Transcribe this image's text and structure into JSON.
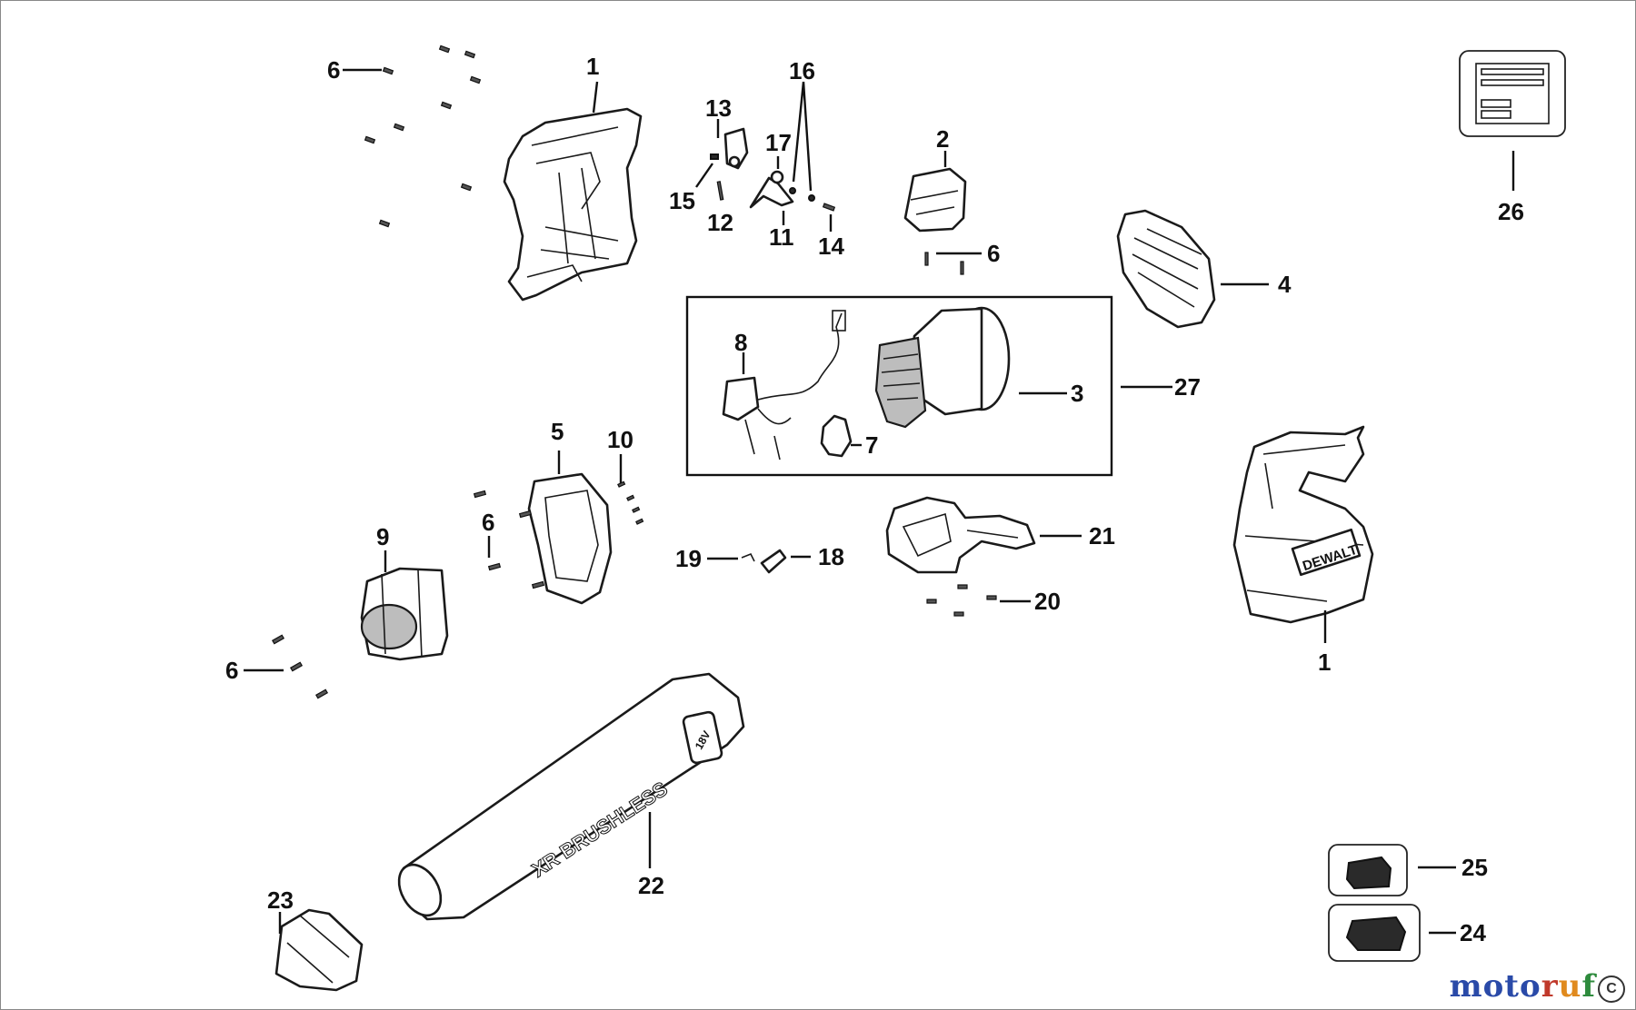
{
  "callouts": {
    "c1a": "1",
    "c1b": "1",
    "c2": "2",
    "c3": "3",
    "c4": "4",
    "c5": "5",
    "c6a": "6",
    "c6b": "6",
    "c6c": "6",
    "c6d": "6",
    "c7": "7",
    "c8": "8",
    "c9": "9",
    "c10": "10",
    "c11": "11",
    "c12": "12",
    "c13": "13",
    "c14": "14",
    "c15": "15",
    "c16": "16",
    "c17": "17",
    "c18": "18",
    "c19": "19",
    "c20": "20",
    "c21": "21",
    "c22": "22",
    "c23": "23",
    "c24": "24",
    "c25": "25",
    "c26": "26",
    "c27": "27"
  },
  "product_text": {
    "tube_brand": "XR BRUSHLESS",
    "housing_brand": "DEWALT",
    "tube_badge": "18V"
  },
  "watermark": {
    "letters": [
      "m",
      "o",
      "t",
      "o",
      "r",
      "u",
      "f"
    ],
    "colors": [
      "#2a4aa8",
      "#2a4aa8",
      "#2a4aa8",
      "#2a4aa8",
      "#c0392b",
      "#e08a1e",
      "#2e8b3d"
    ]
  },
  "corner_mark": "C"
}
